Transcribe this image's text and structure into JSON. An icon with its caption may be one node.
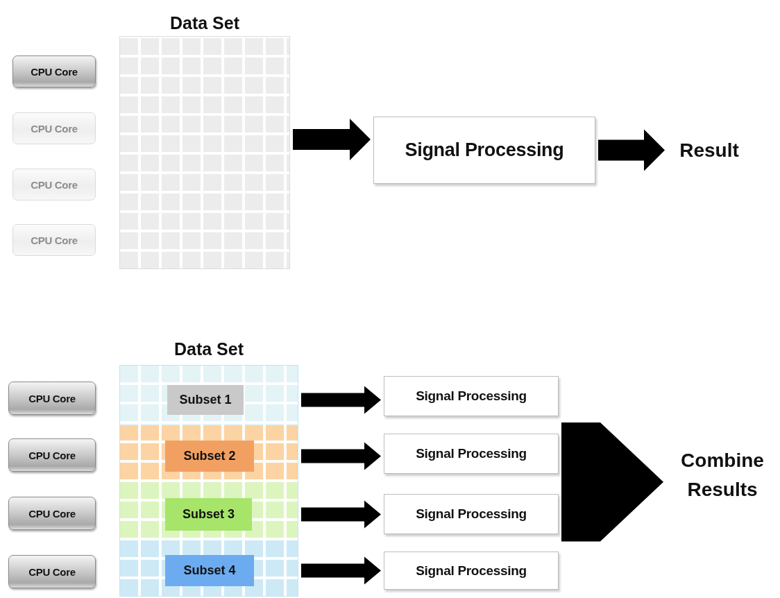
{
  "diagram": {
    "nodes": [
      {
        "text": [
          "CPU Core"
        ]
      },
      {
        "text": [
          "CPU Core"
        ]
      },
      {
        "text": [
          "CPU Core"
        ]
      },
      {
        "text": [
          "CPU Core"
        ]
      },
      {
        "text": [
          "Data Set"
        ]
      },
      {
        "text": [
          "Signal Processing"
        ]
      },
      {
        "text": [
          "Result"
        ]
      },
      {
        "text": [
          "CPU Core"
        ]
      },
      {
        "text": [
          "CPU Core"
        ]
      },
      {
        "text": [
          "CPU Core"
        ]
      },
      {
        "text": [
          "CPU Core"
        ]
      },
      {
        "text": [
          "Data Set"
        ]
      },
      {
        "text": [
          "Subset 1"
        ],
        "in": 11
      },
      {
        "text": [
          "Subset 2"
        ],
        "in": 11
      },
      {
        "text": [
          "Subset 3"
        ],
        "in": 11
      },
      {
        "text": [
          "Subset 4"
        ],
        "in": 11
      },
      {
        "text": [
          "Signal Processing"
        ]
      },
      {
        "text": [
          "Signal Processing"
        ]
      },
      {
        "text": [
          "Signal Processing"
        ]
      },
      {
        "text": [
          "Signal Processing"
        ]
      },
      {
        "text": [
          "Combine Results"
        ]
      }
    ],
    "edges": [
      {
        "from": 4,
        "to": 5,
        "arrow": "to"
      },
      {
        "from": 5,
        "to": 6,
        "arrow": "to"
      },
      {
        "from": 12,
        "to": 16,
        "arrow": "to"
      },
      {
        "from": 13,
        "to": 17,
        "arrow": "to"
      },
      {
        "from": 14,
        "to": 18,
        "arrow": "to"
      },
      {
        "from": 15,
        "to": 19,
        "arrow": "to"
      },
      {
        "from": 16,
        "to": 20,
        "arrow": "to"
      },
      {
        "from": 17,
        "to": 20,
        "arrow": "to"
      },
      {
        "from": 18,
        "to": 20,
        "arrow": "to"
      },
      {
        "from": 19,
        "to": 20,
        "arrow": "to"
      }
    ]
  }
}
